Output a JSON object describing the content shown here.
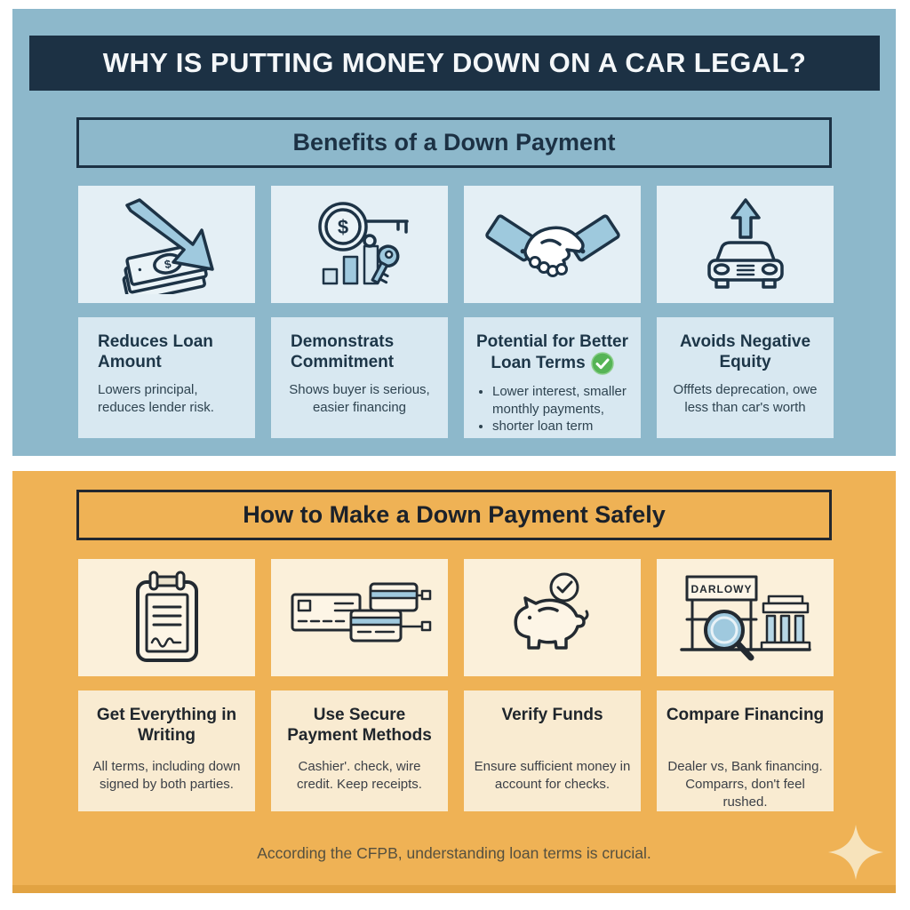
{
  "header": {
    "title": "WHY IS PUTTING MONEY DOWN ON A CAR LEGAL?"
  },
  "benefits": {
    "banner": "Benefits of a Down Payment",
    "cards": [
      {
        "icon": "cash-decline-icon",
        "title": "Reduces Loan Amount",
        "body": "Lowers principal, reduces lender risk."
      },
      {
        "icon": "coin-key-chart-icon",
        "title": "Demonstrats Commitment",
        "body": "Shows buyer is serious, easier financing"
      },
      {
        "icon": "handshake-icon",
        "title": "Potential for Better Loan Terms",
        "badge_icon": "check-circle-icon",
        "bullets": [
          "Lower interest, smaller monthly payments,",
          "shorter loan term"
        ]
      },
      {
        "icon": "car-up-arrow-icon",
        "title": "Avoids Negative Equity",
        "body": "Offfets deprecation, owe less than car's worth"
      }
    ]
  },
  "safety": {
    "banner": "How to Make a Down Payment Safely",
    "cards": [
      {
        "icon": "clipboard-signature-icon",
        "title": "Get Everything in Writing",
        "body": "All terms, including down signed by both parties."
      },
      {
        "icon": "check-and-cards-icon",
        "title": "Use Secure Payment Methods",
        "body": "Cashier'. check, wire credit. Keep receipts."
      },
      {
        "icon": "piggy-bank-check-icon",
        "title": "Verify Funds",
        "body": "Ensure sufficient money in account for checks."
      },
      {
        "icon": "dealership-bank-icon",
        "sign_label": "DARLOWY",
        "title": "Compare Financing",
        "body": "Dealer vs, Bank financing. Comparrs, don't feel rushed."
      }
    ],
    "footer": "According the CFPB, understanding loan terms is crucial."
  },
  "colors": {
    "top_background": "#8db8cb",
    "header_bar": "#1c3144",
    "bottom_background": "#efb255",
    "tile_blue": "#e4eff5",
    "card_blue": "#d8e8f1",
    "tile_cream": "#fbf0da",
    "card_cream": "#f9ebd1",
    "accent_blue": "#9fc9de",
    "check_green": "#56b456"
  }
}
